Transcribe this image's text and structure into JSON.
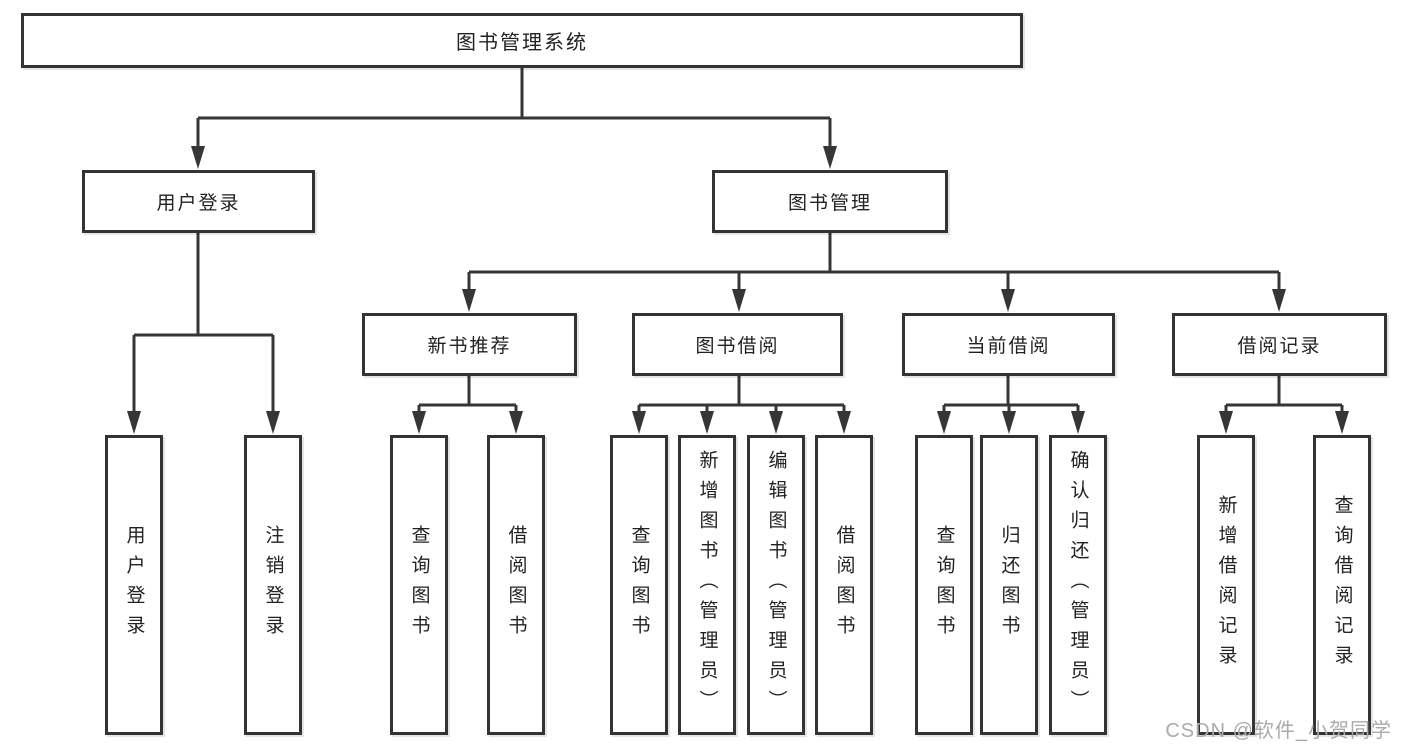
{
  "diagram": {
    "root": "图书管理系统",
    "level2": {
      "user_login": "用户登录",
      "book_mgmt": "图书管理"
    },
    "level3": {
      "new_books": "新书推荐",
      "book_borrow": "图书借阅",
      "current_borrow": "当前借阅",
      "borrow_records": "借阅记录"
    },
    "leaves": {
      "user_login": [
        "用户登录",
        "注销登录"
      ],
      "new_books": [
        "查询图书",
        "借阅图书"
      ],
      "book_borrow": [
        "查询图书",
        "新增图书（管理员）",
        "编辑图书（管理员）",
        "借阅图书"
      ],
      "current_borrow": [
        "查询图书",
        "归还图书",
        "确认归还（管理员）"
      ],
      "borrow_records": [
        "新增借阅记录",
        "查询借阅记录"
      ]
    }
  },
  "watermark": "CSDN @软件_小贺同学",
  "colors": {
    "line": "#363636",
    "box_border": "#333333",
    "text": "#222222",
    "watermark_text": "#ababab",
    "background": "#ffffff"
  }
}
